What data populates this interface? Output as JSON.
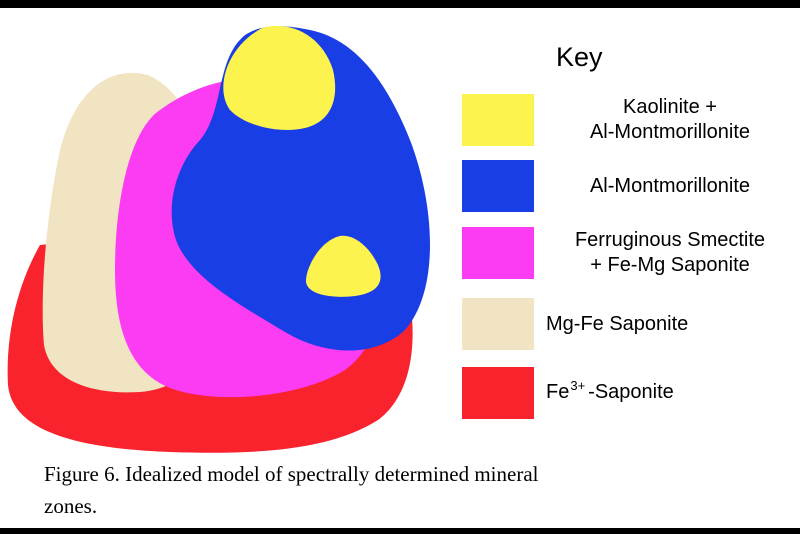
{
  "key": {
    "title": "Key",
    "items": [
      {
        "lines": [
          "Kaolinite +",
          "Al-Montmorillonite"
        ],
        "color": "#fdf34f"
      },
      {
        "lines": [
          "Al-Montmorillonite"
        ],
        "color": "#1a3ee5"
      },
      {
        "lines": [
          "Ferruginous Smectite",
          "+ Fe-Mg Saponite"
        ],
        "color": "#fb3cf2"
      },
      {
        "lines": [
          "Mg-Fe Saponite"
        ],
        "color": "#f1e4c2"
      },
      {
        "base": "Fe",
        "sup": "3+",
        "rest": "-Saponite",
        "color": "#f8232d"
      }
    ]
  },
  "caption": {
    "line1": "Figure 6.  Idealized model of spectrally determined mineral",
    "line2": "zones."
  }
}
